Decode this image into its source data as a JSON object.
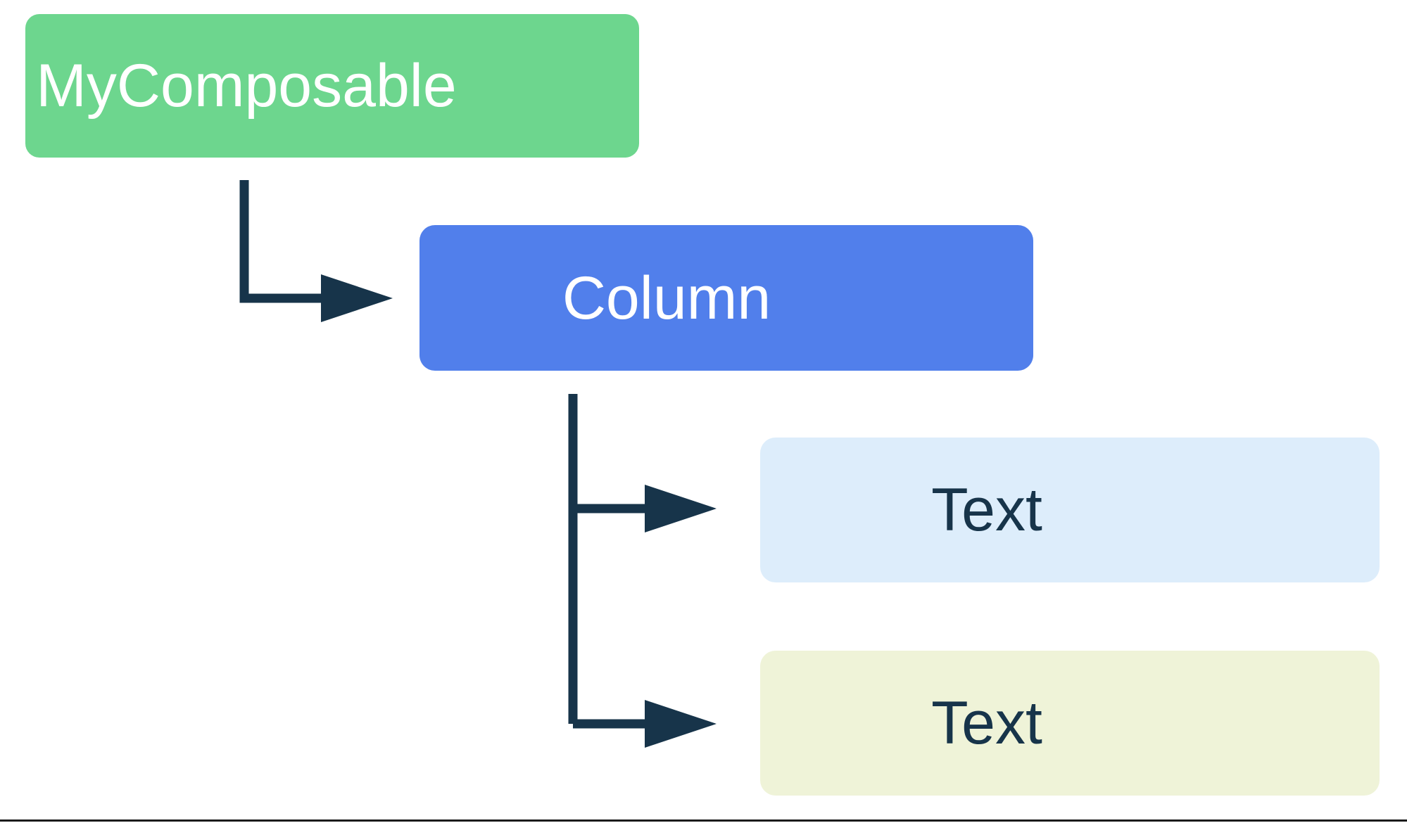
{
  "diagram": {
    "type": "composable-hierarchy-tree",
    "background_color": "#FFFFFF",
    "connector_color": "#17344A",
    "bottom_rule_color": "#1B1B1B",
    "nodes": [
      {
        "id": "root",
        "label": "MyComposable",
        "level": 0,
        "background_color": "#6DD68E",
        "text_color": "#FFFFFF"
      },
      {
        "id": "column",
        "label": "Column",
        "level": 1,
        "background_color": "#517FEB",
        "text_color": "#FFFFFF"
      },
      {
        "id": "text-1",
        "label": "Text",
        "level": 2,
        "background_color": "#DDEDFB",
        "text_color": "#17344A"
      },
      {
        "id": "text-2",
        "label": "Text",
        "level": 2,
        "background_color": "#EFF3D8",
        "text_color": "#17344A"
      }
    ],
    "edges": [
      {
        "from": "root",
        "to": "column",
        "style": "elbow-arrow"
      },
      {
        "from": "column",
        "to": "text-1",
        "style": "elbow-arrow"
      },
      {
        "from": "column",
        "to": "text-2",
        "style": "elbow-arrow"
      }
    ]
  }
}
